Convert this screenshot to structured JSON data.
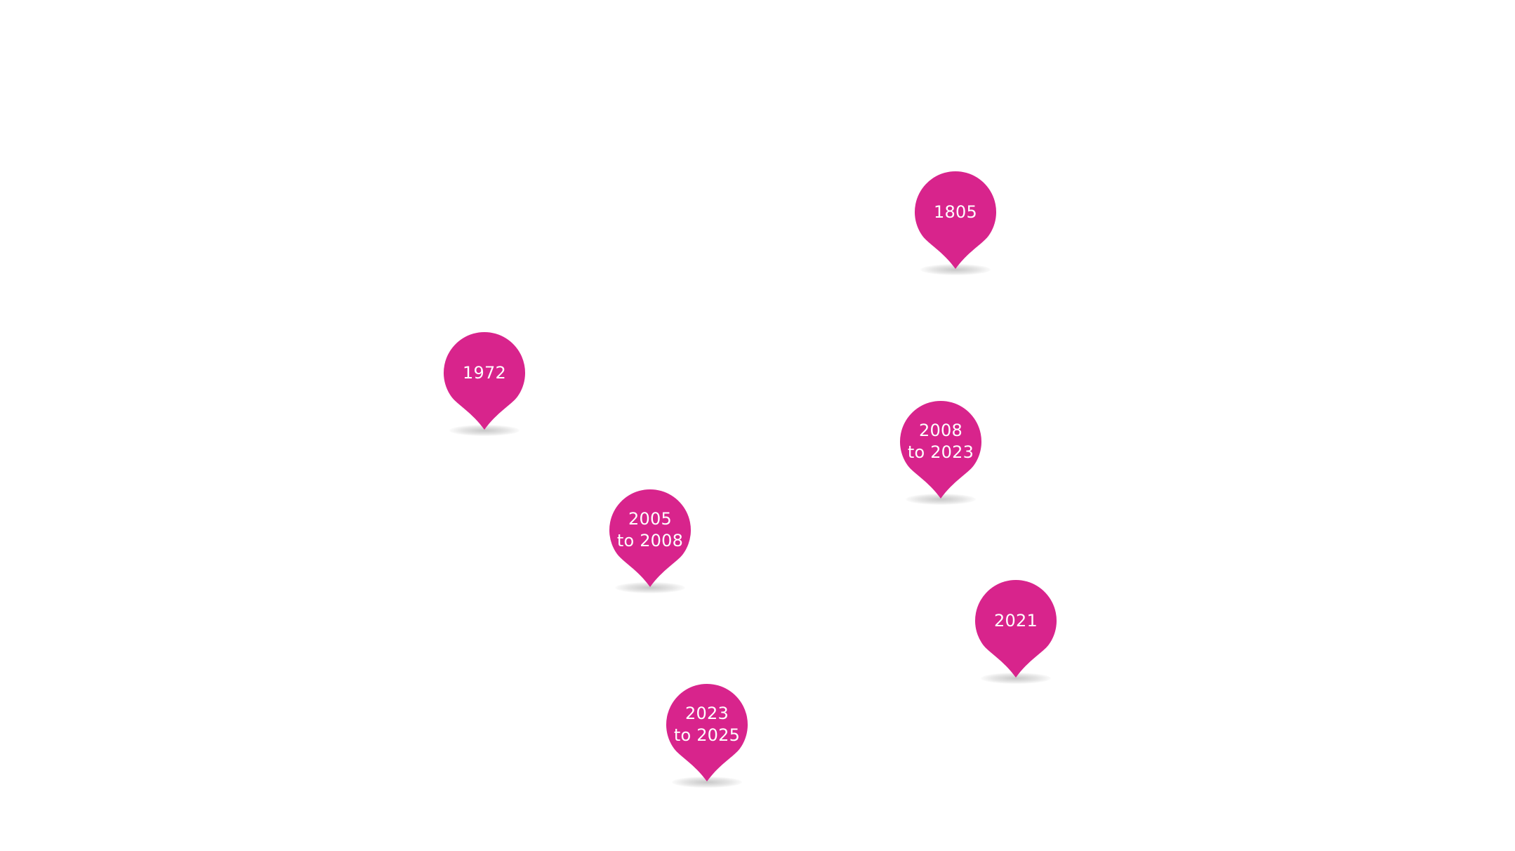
{
  "accent_color": "#d8248c",
  "markers": [
    {
      "id": "1805",
      "lines": [
        "1805"
      ]
    },
    {
      "id": "1972",
      "lines": [
        "1972"
      ]
    },
    {
      "id": "2008-2023",
      "lines": [
        "2008",
        "to 2023"
      ]
    },
    {
      "id": "2005-2008",
      "lines": [
        "2005",
        "to 2008"
      ]
    },
    {
      "id": "2021",
      "lines": [
        "2021"
      ]
    },
    {
      "id": "2023-2025",
      "lines": [
        "2023",
        "to 2025"
      ]
    }
  ]
}
